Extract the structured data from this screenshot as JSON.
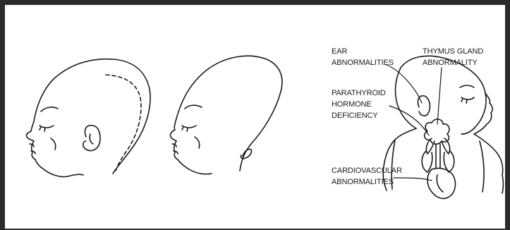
{
  "labels": {
    "ear": [
      "EAR",
      "ABNORMALITIES"
    ],
    "thymus": [
      "THYMUS GLAND",
      "ABNORMALITY"
    ],
    "parathyroid": [
      "PARATHYROID",
      "HORMONE",
      "DEFICIENCY"
    ],
    "cardiovascular": [
      "CARDIOVASCULAR",
      "ABNORMALITIES"
    ]
  },
  "colors": {
    "line": "#1a1a1a",
    "frame": "#2b2b2b",
    "background": "#ffffff"
  }
}
